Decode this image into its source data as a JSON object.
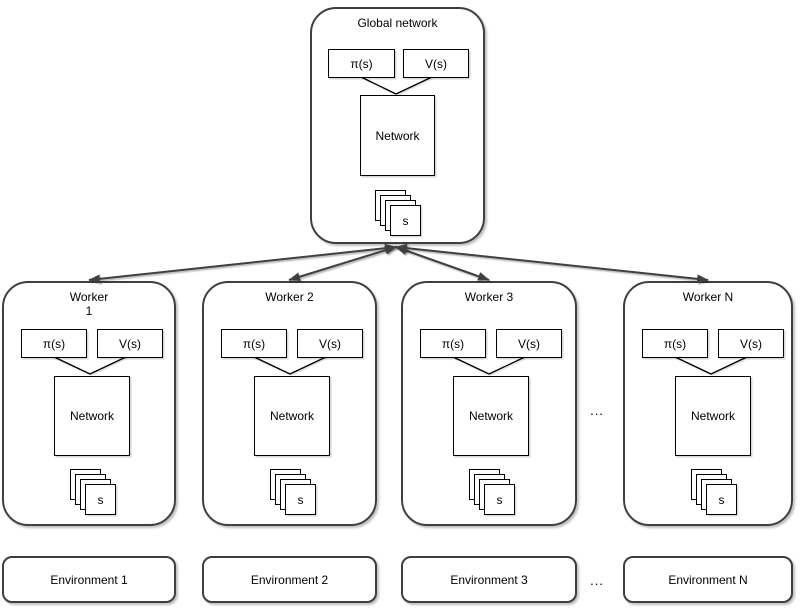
{
  "global": {
    "title": "Global network",
    "pi_label": "π(s)",
    "v_label": "V(s)",
    "network_label": "Network",
    "state_label": "s"
  },
  "workers": [
    {
      "title": "Worker\n1",
      "pi_label": "π(s)",
      "v_label": "V(s)",
      "network_label": "Network",
      "state_label": "s"
    },
    {
      "title": "Worker 2",
      "pi_label": "π(s)",
      "v_label": "V(s)",
      "network_label": "Network",
      "state_label": "s"
    },
    {
      "title": "Worker 3",
      "pi_label": "π(s)",
      "v_label": "V(s)",
      "network_label": "Network",
      "state_label": "s"
    },
    {
      "title": "Worker N",
      "pi_label": "π(s)",
      "v_label": "V(s)",
      "network_label": "Network",
      "state_label": "s"
    }
  ],
  "environments": [
    {
      "label": "Environment 1"
    },
    {
      "label": "Environment 2"
    },
    {
      "label": "Environment 3"
    },
    {
      "label": "Environment N"
    }
  ],
  "workers_ellipsis": "...",
  "environments_ellipsis": "...",
  "colors": {
    "outer_border": "#3f3f3f",
    "inner_border": "#000000",
    "edge": "#3f3f3f",
    "canvas_background": "#ffffff"
  }
}
